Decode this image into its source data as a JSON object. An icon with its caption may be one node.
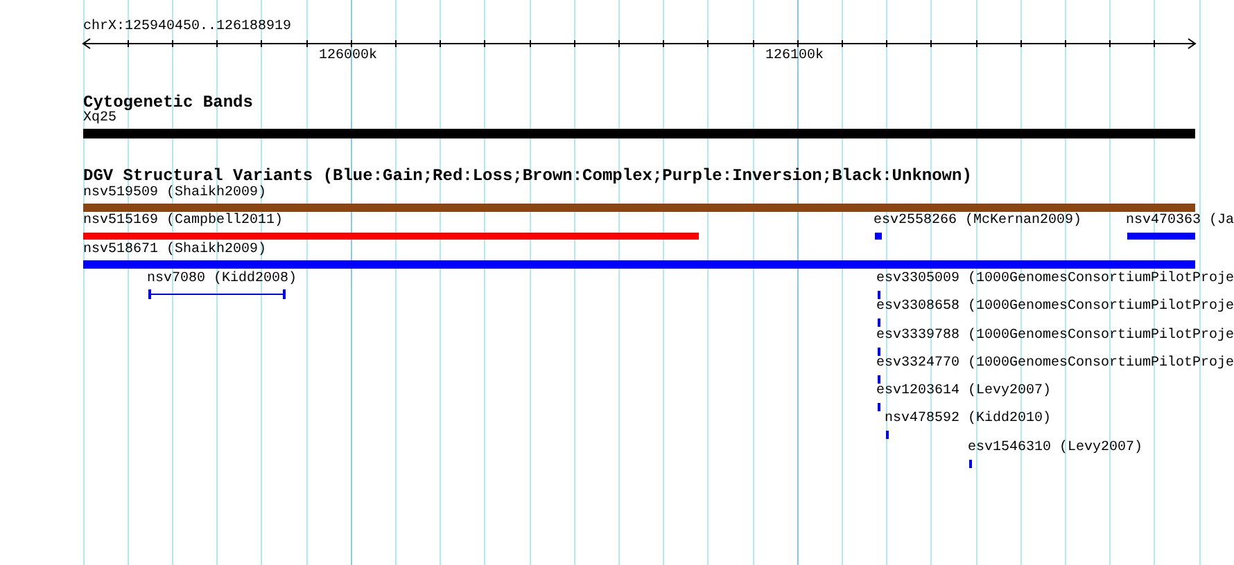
{
  "diagram": {
    "labels": [
      "chrX:125940450..126188919",
      "126000k",
      "126100k",
      "Cytogenetic Bands",
      "Xq25",
      "DGV Structural Variants (Blue:Gain;Red:Loss;Brown:Complex;Purple:Inversion;Black:Unknown)",
      "nsv519509 (Shaikh2009)",
      "nsv515169 (Campbell2011)",
      "esv2558266 (McKernan2009)",
      "nsv470363 (Ja",
      "nsv518671 (Shaikh2009)",
      "nsv7080 (Kidd2008)",
      "esv3305009 (1000GenomesConsortiumPilotProje",
      "esv3308658 (1000GenomesConsortiumPilotProje",
      "esv3339788 (1000GenomesConsortiumPilotProje",
      "esv3324770 (1000GenomesConsortiumPilotProje",
      "esv1203614 (Levy2007)",
      "nsv478592 (Kidd2010)",
      "esv1546310 (Levy2007)"
    ]
  }
}
